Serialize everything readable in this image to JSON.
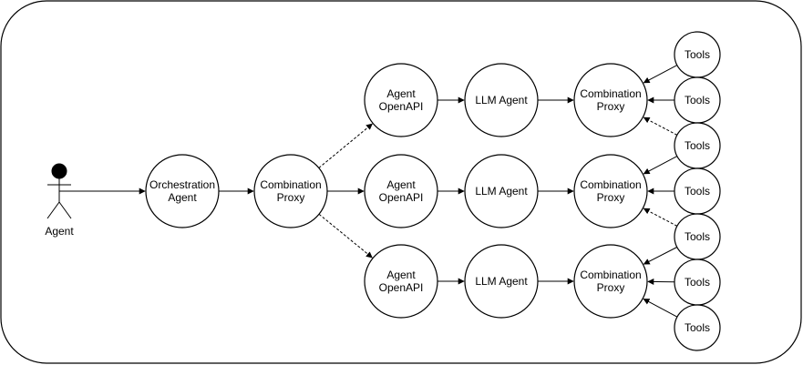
{
  "actor": {
    "label": "Agent"
  },
  "nodes": {
    "orchestration": [
      "Orchestration",
      "Agent"
    ],
    "proxy_main": [
      "Combination",
      "Proxy"
    ],
    "openapi": [
      [
        "Agent",
        "OpenAPI"
      ],
      [
        "Agent",
        "OpenAPI"
      ],
      [
        "Agent",
        "OpenAPI"
      ]
    ],
    "llm": [
      "LLM Agent",
      "LLM Agent",
      "LLM Agent"
    ],
    "proxies": [
      [
        "Combination",
        "Proxy"
      ],
      [
        "Combination",
        "Proxy"
      ],
      [
        "Combination",
        "Proxy"
      ]
    ],
    "tools": [
      "Tools",
      "Tools",
      "Tools",
      "Tools",
      "Tools",
      "Tools",
      "Tools"
    ]
  }
}
